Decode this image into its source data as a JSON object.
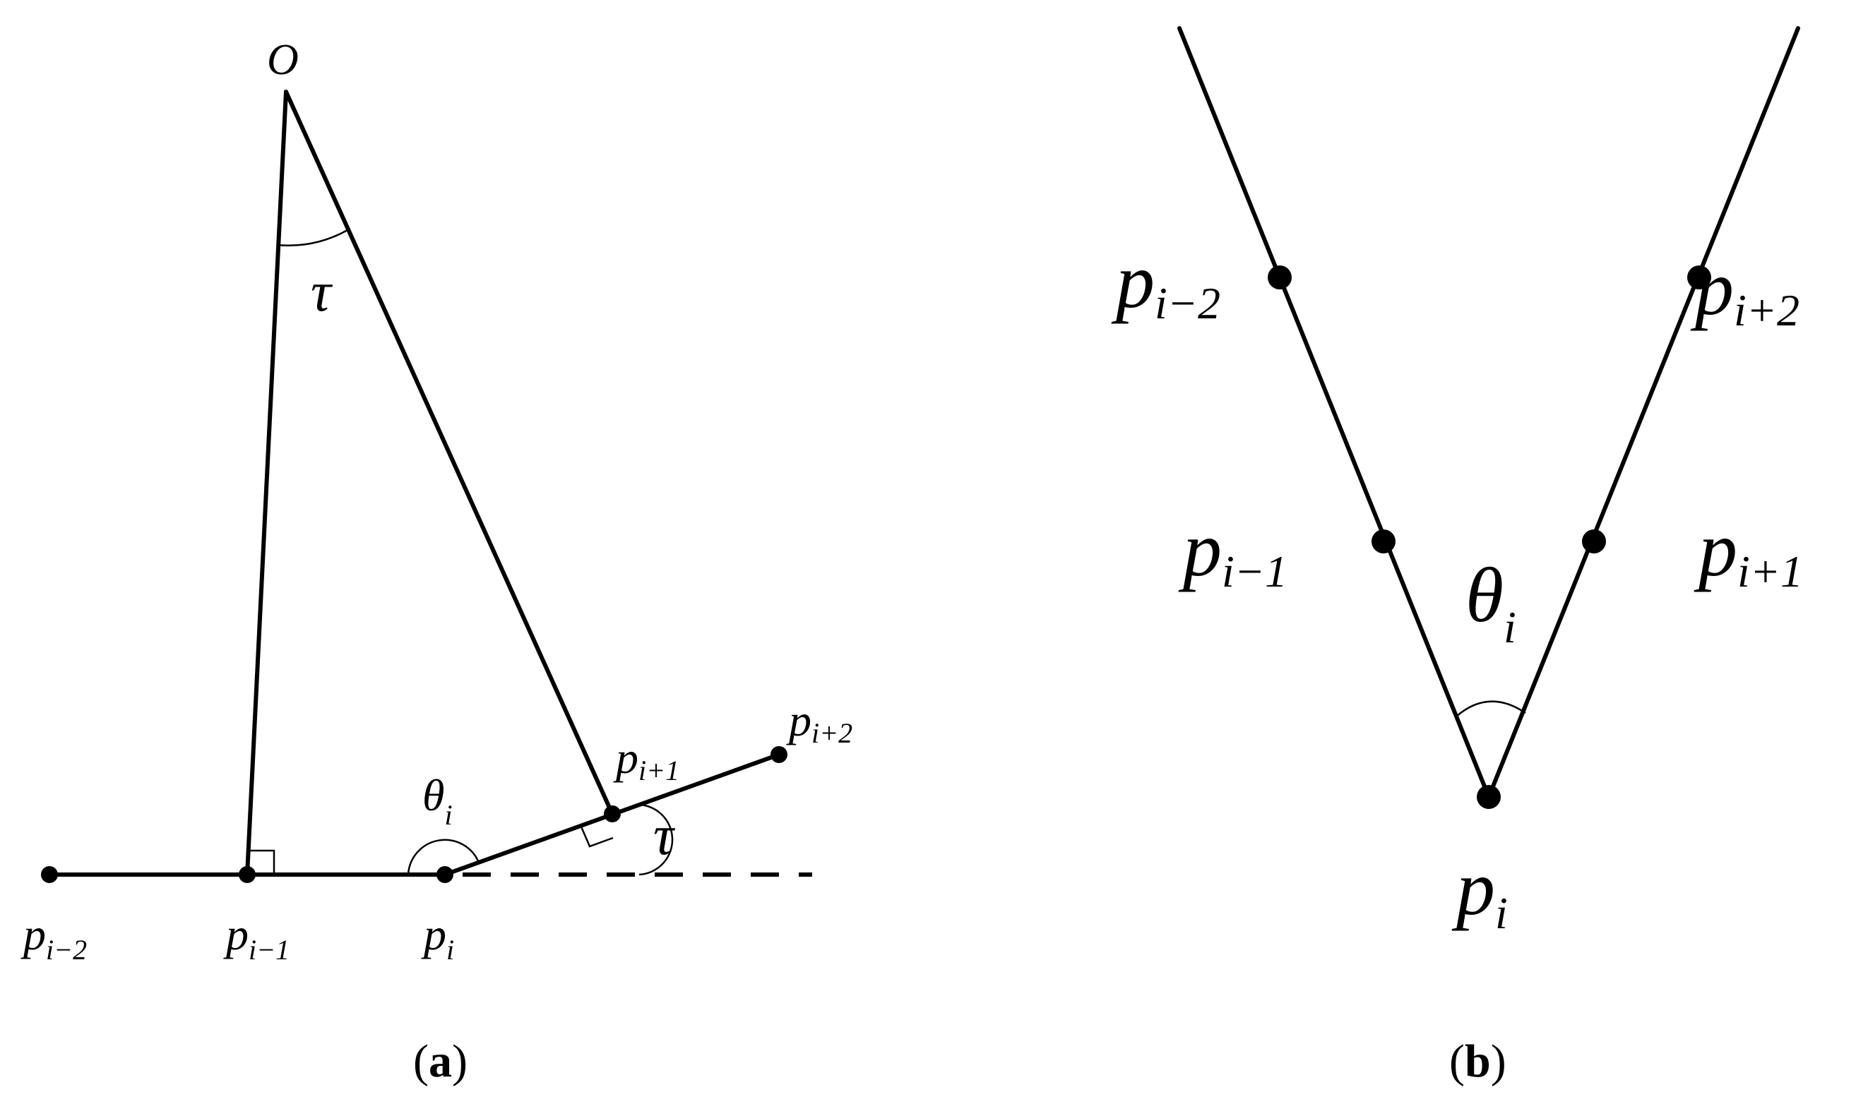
{
  "panel_a": {
    "caption": {
      "open": "(",
      "letter": "a",
      "close": ")"
    },
    "apex": "O",
    "angle_top": "τ",
    "angle_right": "τ",
    "theta": {
      "main": "θ",
      "sub": "i"
    },
    "points": [
      {
        "main": "p",
        "sub": "i−2"
      },
      {
        "main": "p",
        "sub": "i−1"
      },
      {
        "main": "p",
        "sub": "i"
      },
      {
        "main": "p",
        "sub": "i+1"
      },
      {
        "main": "p",
        "sub": "i+2"
      }
    ]
  },
  "panel_b": {
    "caption": {
      "open": "(",
      "letter": "b",
      "close": ")"
    },
    "theta": {
      "main": "θ",
      "sub": "i"
    },
    "points": [
      {
        "main": "p",
        "sub": "i−2"
      },
      {
        "main": "p",
        "sub": "i−1"
      },
      {
        "main": "p",
        "sub": "i"
      },
      {
        "main": "p",
        "sub": "i+1"
      },
      {
        "main": "p",
        "sub": "i+2"
      }
    ]
  }
}
